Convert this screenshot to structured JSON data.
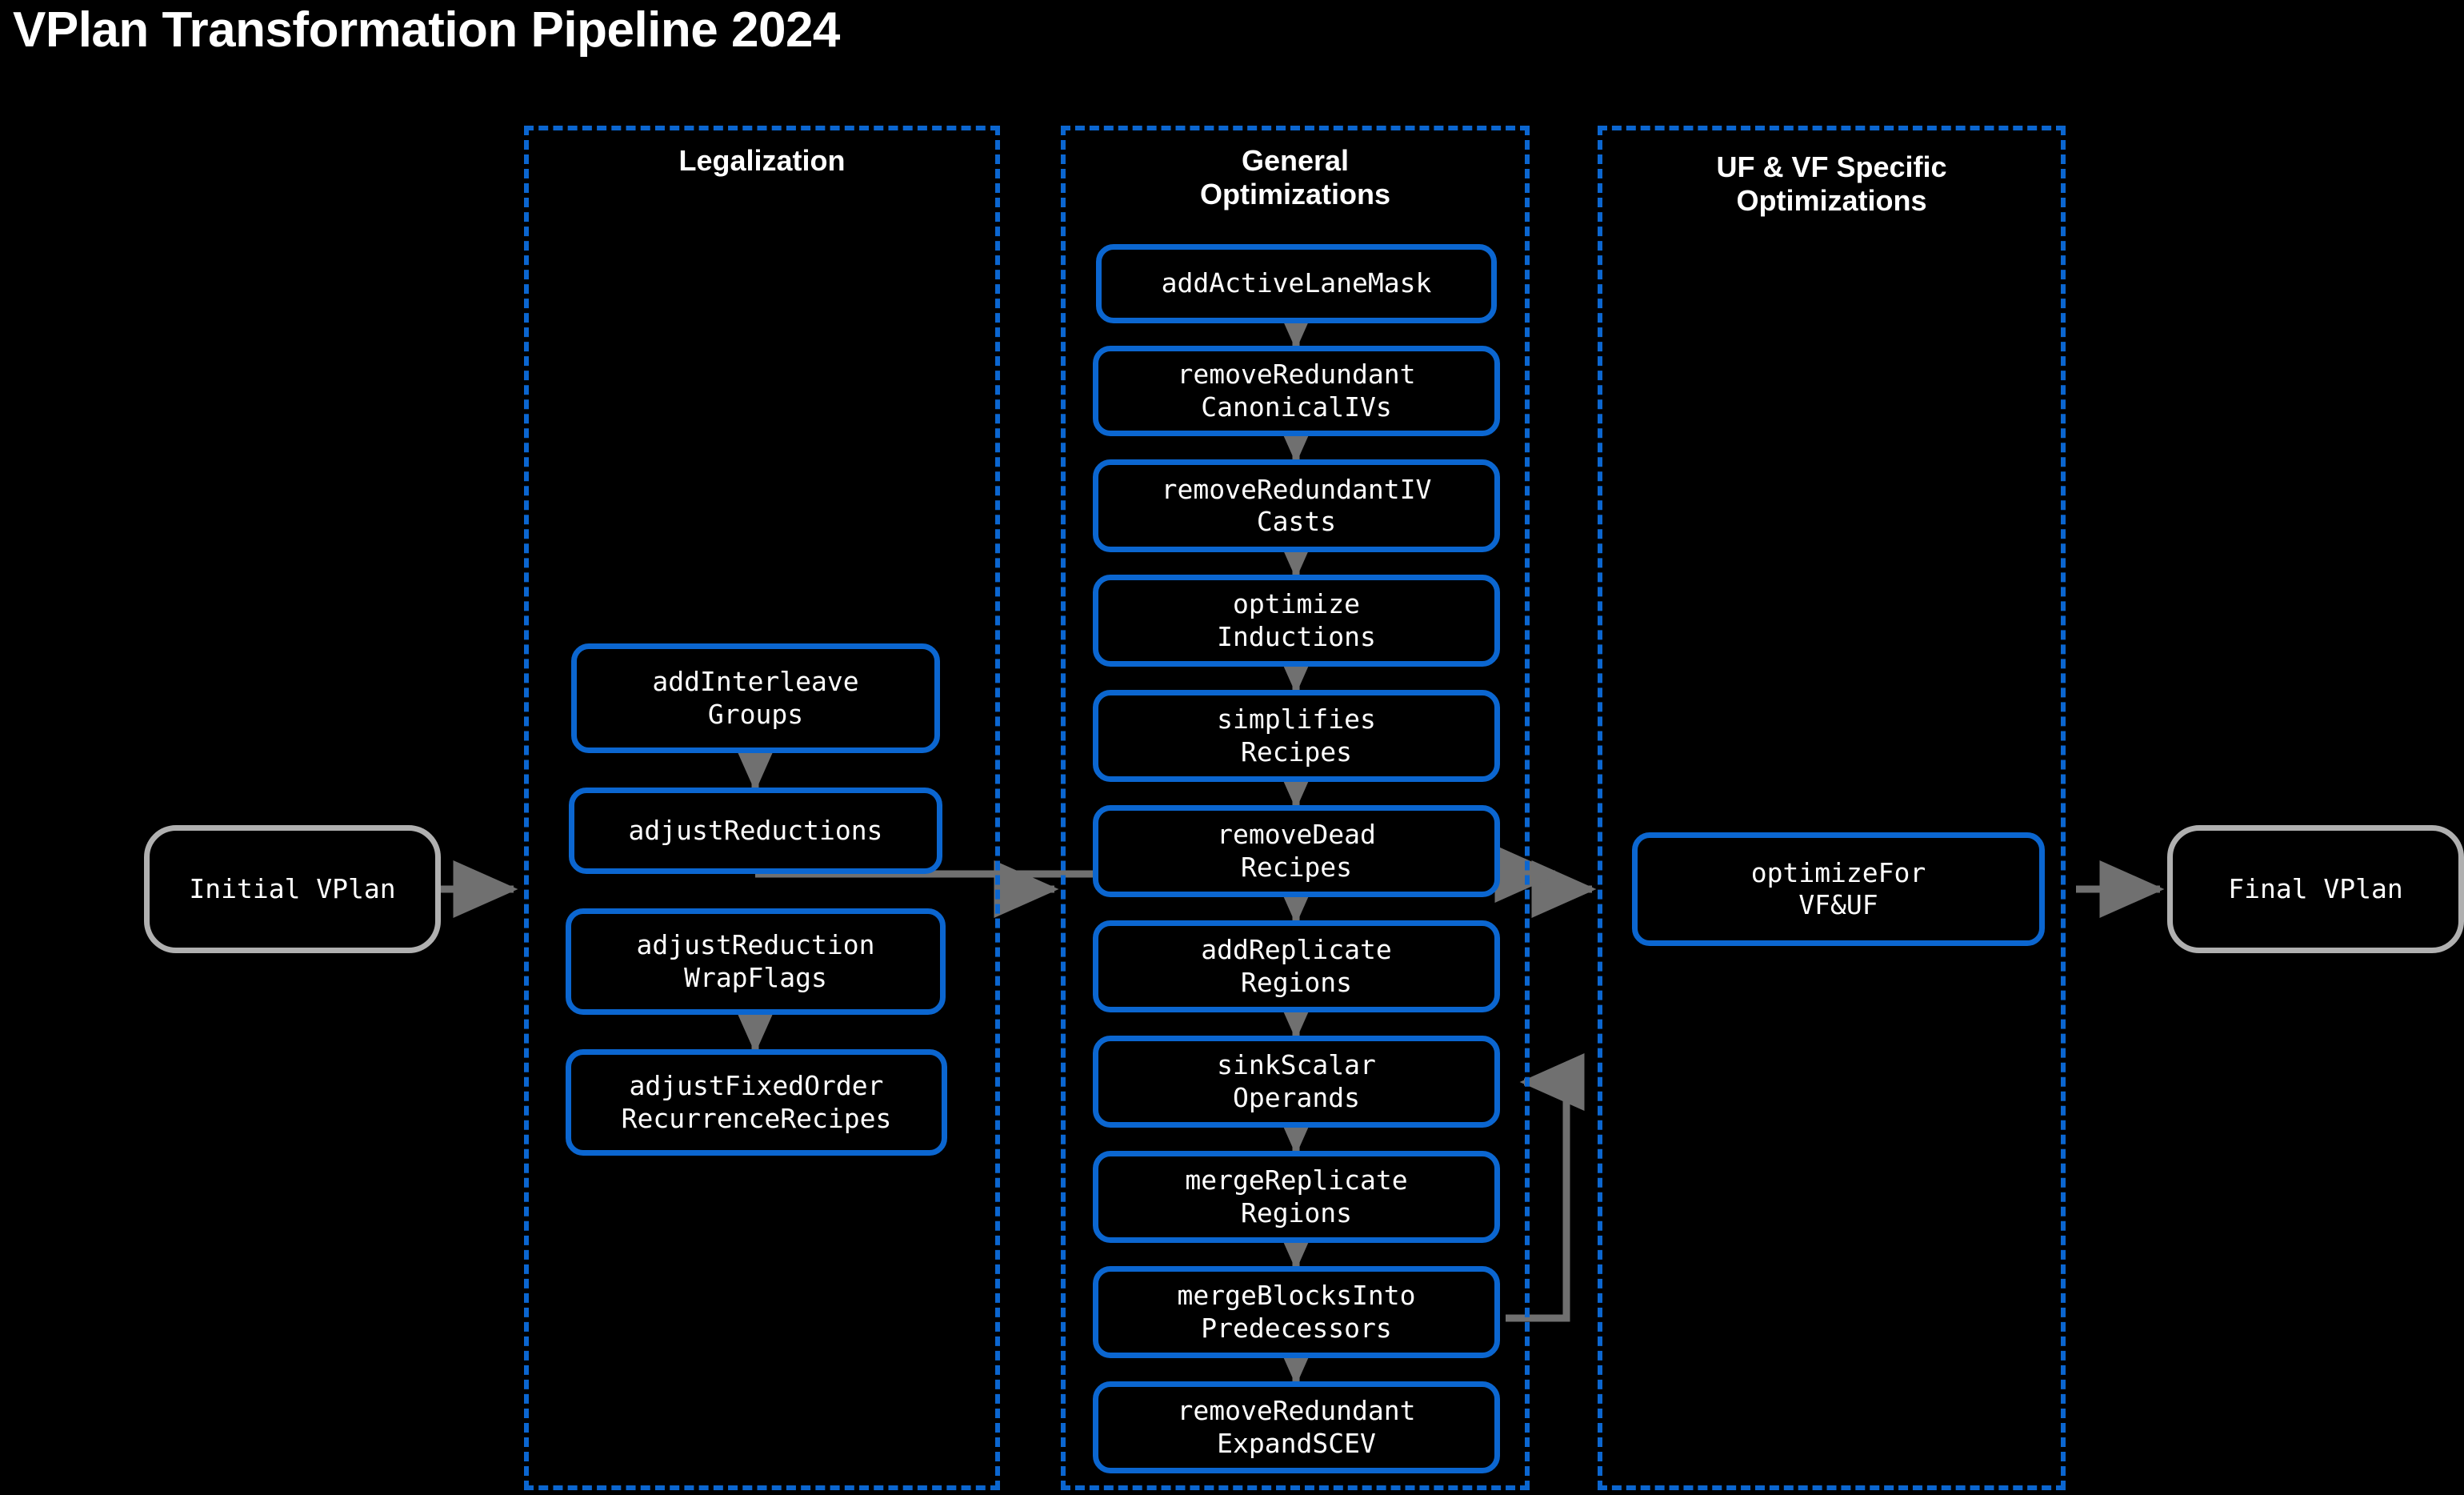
{
  "page": {
    "title": "VPlan Transformation Pipeline 2024",
    "background_color": "#000000",
    "accent_color": "#0b66d0",
    "edge_color": "#707070",
    "terminal_border_color": "#b0b0b0",
    "text_color": "#ffffff"
  },
  "clusters": [
    {
      "id": "legalization",
      "label": "Legalization"
    },
    {
      "id": "general",
      "label": "General\nOptimizations"
    },
    {
      "id": "ufvf",
      "label": "UF & VF Specific\nOptimizations"
    }
  ],
  "terminals": {
    "start": {
      "label": "Initial VPlan"
    },
    "end": {
      "label": "Final VPlan"
    }
  },
  "legalization_nodes": [
    {
      "id": "addInterleaveGroups",
      "label": "addInterleave\nGroups"
    },
    {
      "id": "adjustReductions",
      "label": "adjustReductions"
    },
    {
      "id": "adjustReductionWrapFlags",
      "label": "adjustReduction\nWrapFlags"
    },
    {
      "id": "adjustFixedOrderRecurrenceRecipes",
      "label": "adjustFixedOrder\nRecurrenceRecipes"
    }
  ],
  "general_nodes": [
    {
      "id": "addActiveLaneMask",
      "label": "addActiveLaneMask"
    },
    {
      "id": "removeRedundantCanonicalIVs",
      "label": "removeRedundant\nCanonicalIVs"
    },
    {
      "id": "removeRedundantIVCasts",
      "label": "removeRedundantIV\nCasts"
    },
    {
      "id": "optimizeInductions",
      "label": "optimize\nInductions"
    },
    {
      "id": "simplifiesRecipes",
      "label": "simplifies\nRecipes"
    },
    {
      "id": "removeDeadRecipes",
      "label": "removeDead\nRecipes"
    },
    {
      "id": "addReplicateRegions",
      "label": "addReplicate\nRegions"
    },
    {
      "id": "sinkScalarOperands",
      "label": "sinkScalar\nOperands"
    },
    {
      "id": "mergeReplicateRegions",
      "label": "mergeReplicate\nRegions"
    },
    {
      "id": "mergeBlocksIntoPredecessors",
      "label": "mergeBlocksInto\nPredecessors"
    },
    {
      "id": "removeRedundantExpandSCEV",
      "label": "removeRedundant\nExpandSCEV"
    }
  ],
  "ufvf_nodes": [
    {
      "id": "optimizeForVFUF",
      "label": "optimizeFor\nVF&UF"
    }
  ],
  "edges": [
    {
      "from": "start",
      "to": "legalization"
    },
    {
      "from": "legalization",
      "to": "general"
    },
    {
      "from": "general",
      "to": "ufvf"
    },
    {
      "from": "optimizeForVFUF",
      "to": "end"
    },
    {
      "from": "addInterleaveGroups",
      "to": "adjustReductions"
    },
    {
      "from": "adjustReductions",
      "to": "adjustReductionWrapFlags"
    },
    {
      "from": "adjustReductionWrapFlags",
      "to": "adjustFixedOrderRecurrenceRecipes"
    },
    {
      "from": "addActiveLaneMask",
      "to": "removeRedundantCanonicalIVs"
    },
    {
      "from": "removeRedundantCanonicalIVs",
      "to": "removeRedundantIVCasts"
    },
    {
      "from": "removeRedundantIVCasts",
      "to": "optimizeInductions"
    },
    {
      "from": "optimizeInductions",
      "to": "simplifiesRecipes"
    },
    {
      "from": "simplifiesRecipes",
      "to": "removeDeadRecipes"
    },
    {
      "from": "removeDeadRecipes",
      "to": "addReplicateRegions"
    },
    {
      "from": "addReplicateRegions",
      "to": "sinkScalarOperands"
    },
    {
      "from": "sinkScalarOperands",
      "to": "mergeReplicateRegions"
    },
    {
      "from": "mergeReplicateRegions",
      "to": "mergeBlocksIntoPredecessors"
    },
    {
      "from": "mergeBlocksIntoPredecessors",
      "to": "removeRedundantExpandSCEV"
    },
    {
      "from": "mergeBlocksIntoPredecessors",
      "to": "sinkScalarOperands",
      "kind": "feedback-loop"
    }
  ]
}
